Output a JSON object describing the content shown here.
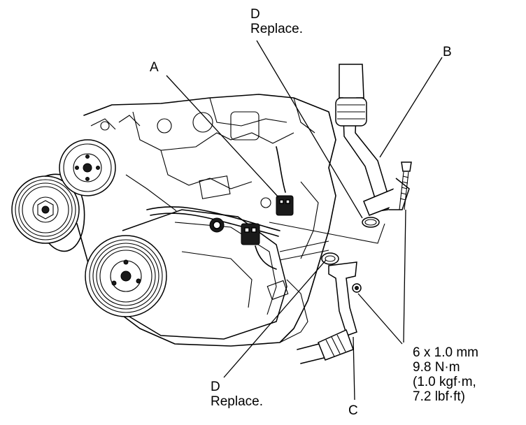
{
  "callouts": {
    "d_top": {
      "letter": "D",
      "note": "Replace."
    },
    "a": {
      "letter": "A"
    },
    "b": {
      "letter": "B"
    },
    "c": {
      "letter": "C"
    },
    "d_bottom": {
      "letter": "D",
      "note": "Replace."
    },
    "bolt_spec": {
      "line1": "6 x 1.0 mm",
      "line2": "9.8 N·m",
      "line3": "(1.0 kgf·m,",
      "line4": "7.2 lbf·ft)"
    }
  },
  "colors": {
    "ink": "#000000",
    "paper": "#ffffff"
  }
}
